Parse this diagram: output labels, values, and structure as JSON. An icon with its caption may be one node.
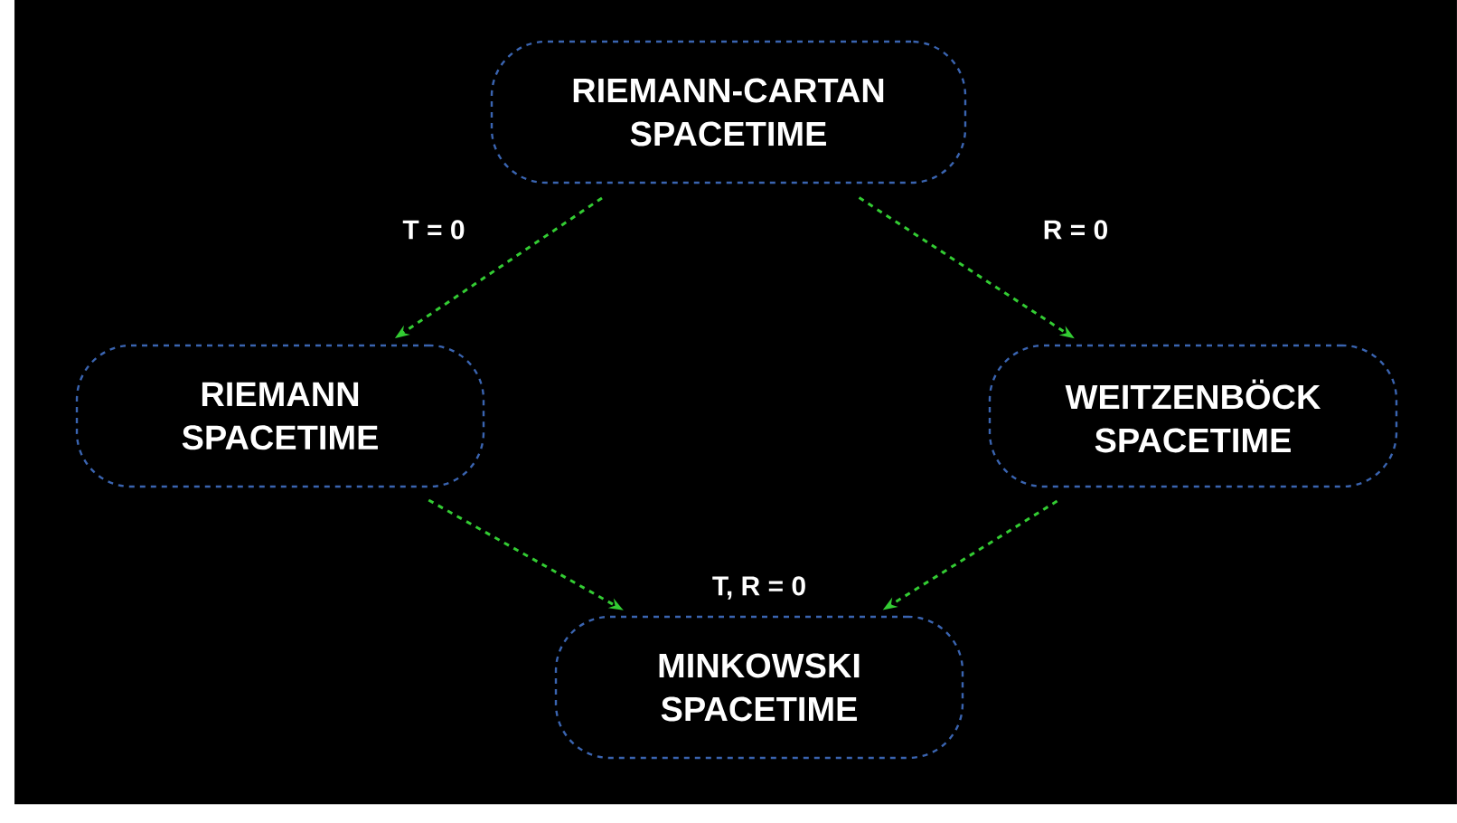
{
  "diagram": {
    "nodes": [
      {
        "text": [
          "RIEMANN-CARTAN SPACETIME"
        ]
      },
      {
        "text": [
          "RIEMANN SPACETIME"
        ]
      },
      {
        "text": [
          "WEITZENBÖCK SPACETIME"
        ]
      },
      {
        "text": [
          "MINKOWSKI SPACETIME"
        ]
      }
    ],
    "edges": [
      {
        "from": 0,
        "to": 1,
        "arrow": "to",
        "label": "T = 0",
        "style": "dashed"
      },
      {
        "from": 0,
        "to": 2,
        "arrow": "to",
        "label": "R = 0",
        "style": "dashed"
      },
      {
        "from": 1,
        "to": 3,
        "arrow": "to",
        "style": "dashed"
      },
      {
        "from": 2,
        "to": 3,
        "arrow": "to",
        "style": "dashed"
      }
    ],
    "labels": [
      "T, R = 0"
    ]
  }
}
